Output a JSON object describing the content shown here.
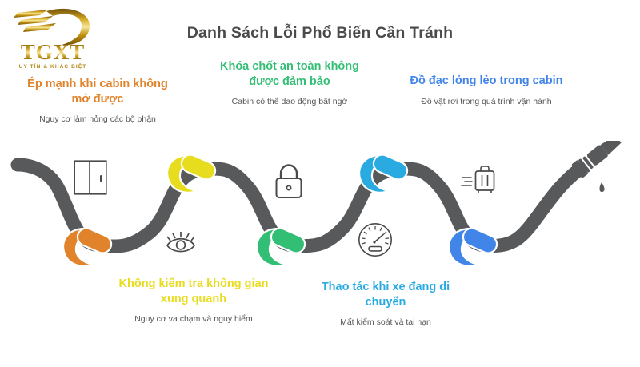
{
  "brand": {
    "wordmark": "TGXT",
    "tagline": "UY TÍN & KHÁC BIỆT",
    "mark_icon": "swoosh-crescent-logo-icon",
    "gold_color": "#c79a1c"
  },
  "header": {
    "title": "Danh Sách Lỗi Phổ Biến Cần Tránh",
    "title_color": "#4a4a4a"
  },
  "callouts": [
    {
      "id": "ep-manh-khi-cabin",
      "heading": "Ép mạnh khi cabin không mở được",
      "subtext": "Nguy cơ làm hỏng các bộ phận",
      "color": "#e0832a",
      "position": "top",
      "icon": "sliding-door-icon"
    },
    {
      "id": "khoa-chot-an-toan",
      "heading": "Khóa chốt an toàn không được đảm bảo",
      "subtext": "Cabin có thể dao động bất ngờ",
      "color": "#33be75",
      "position": "top",
      "icon": "padlock-icon"
    },
    {
      "id": "do-dac-long-leo",
      "heading": "Đồ đạc lỏng lẻo trong cabin",
      "subtext": "Đồ vật rơi trong quá trình vận hành",
      "color": "#4285e8",
      "position": "top",
      "icon": "rolling-luggage-icon"
    },
    {
      "id": "khong-kiem-tra-khong-gian",
      "heading": "Không kiểm tra không gian xung quanh",
      "subtext": "Nguy cơ va chạm và nguy hiểm",
      "color": "#e8dc1e",
      "position": "bottom",
      "icon": "eye-icon"
    },
    {
      "id": "thao-tac-khi-xe-di-chuyen",
      "heading": "Thao tác khi xe đang di chuyển",
      "subtext": "Mất kiểm soát và tai nạn",
      "color": "#29abe2",
      "position": "bottom",
      "icon": "speedometer-gauge-icon"
    }
  ],
  "illustration": {
    "type": "knotted-fuel-hose",
    "hose_color": "#58595b",
    "nozzle_label": "fuel-nozzle-icon",
    "knots": [
      {
        "name": "knot-orange",
        "color": "#e0832a",
        "position": "trough-1"
      },
      {
        "name": "knot-yellow",
        "color": "#e8dc1e",
        "position": "crest-1"
      },
      {
        "name": "knot-green",
        "color": "#33be75",
        "position": "trough-2"
      },
      {
        "name": "knot-cyan",
        "color": "#29abe2",
        "position": "crest-2"
      },
      {
        "name": "knot-blue",
        "color": "#4285e8",
        "position": "trough-3"
      }
    ]
  },
  "icons": {
    "door": "sliding-door-icon",
    "eye": "eye-icon",
    "lock": "padlock-icon",
    "gauge": "speedometer-gauge-icon",
    "luggage": "rolling-luggage-icon",
    "stroke_color": "#4a4a4a"
  }
}
